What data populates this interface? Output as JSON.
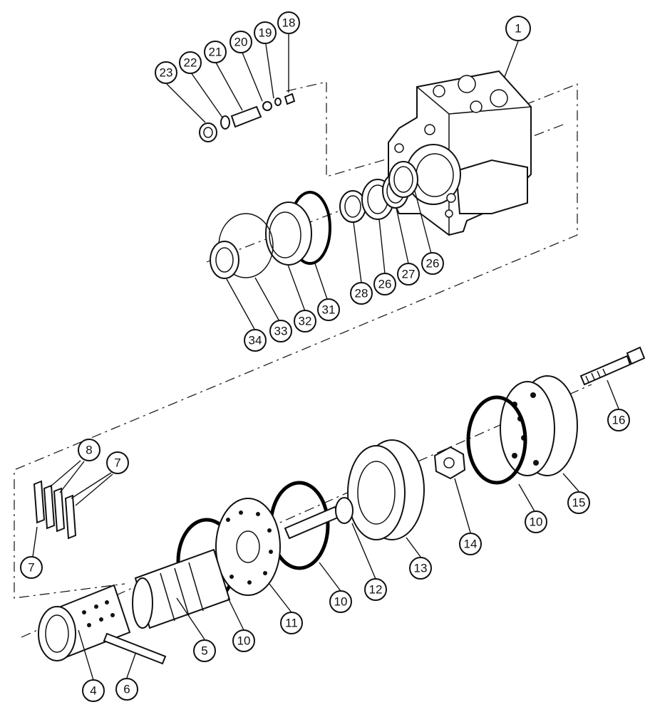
{
  "diagram": {
    "callouts": [
      {
        "id": "c1",
        "label": "1"
      },
      {
        "id": "c18",
        "label": "18"
      },
      {
        "id": "c19",
        "label": "19"
      },
      {
        "id": "c20",
        "label": "20"
      },
      {
        "id": "c21",
        "label": "21"
      },
      {
        "id": "c22",
        "label": "22"
      },
      {
        "id": "c23",
        "label": "23"
      },
      {
        "id": "c26a",
        "label": "26"
      },
      {
        "id": "c26b",
        "label": "26"
      },
      {
        "id": "c27",
        "label": "27"
      },
      {
        "id": "c28",
        "label": "28"
      },
      {
        "id": "c31",
        "label": "31"
      },
      {
        "id": "c32",
        "label": "32"
      },
      {
        "id": "c33",
        "label": "33"
      },
      {
        "id": "c34",
        "label": "34"
      },
      {
        "id": "c16",
        "label": "16"
      },
      {
        "id": "c15",
        "label": "15"
      },
      {
        "id": "c10a",
        "label": "10"
      },
      {
        "id": "c14",
        "label": "14"
      },
      {
        "id": "c13",
        "label": "13"
      },
      {
        "id": "c12",
        "label": "12"
      },
      {
        "id": "c10b",
        "label": "10"
      },
      {
        "id": "c11",
        "label": "11"
      },
      {
        "id": "c10c",
        "label": "10"
      },
      {
        "id": "c5",
        "label": "5"
      },
      {
        "id": "c8",
        "label": "8"
      },
      {
        "id": "c7a",
        "label": "7"
      },
      {
        "id": "c7b",
        "label": "7"
      },
      {
        "id": "c4",
        "label": "4"
      },
      {
        "id": "c6",
        "label": "6"
      }
    ]
  }
}
